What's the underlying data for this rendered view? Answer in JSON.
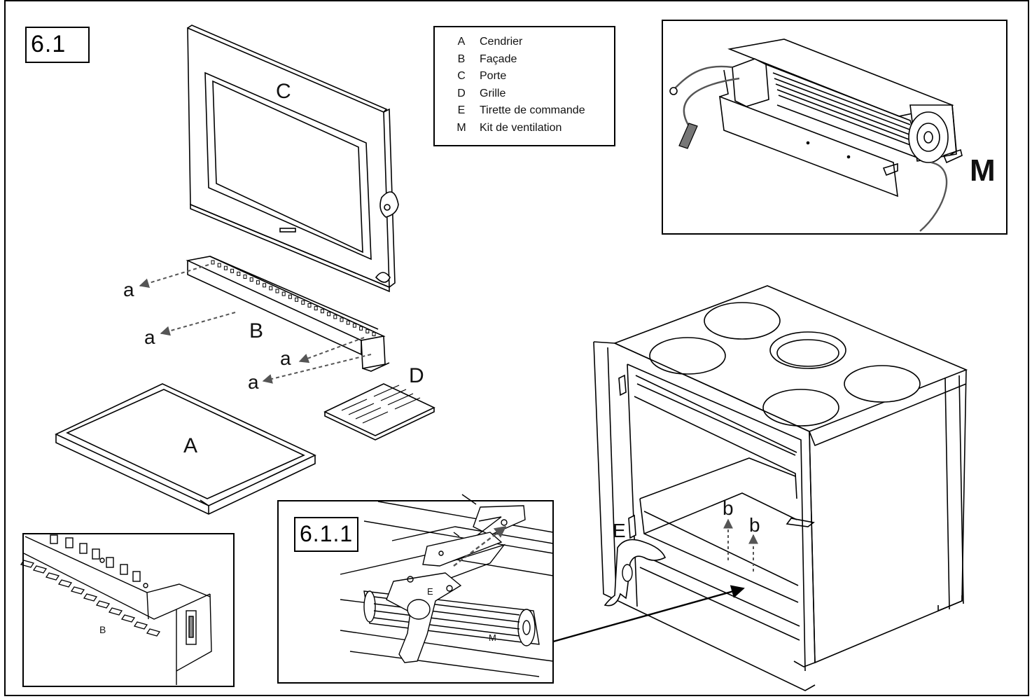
{
  "figure": {
    "main_tag": "6.1",
    "detail_tag": "6.1.1"
  },
  "legend": {
    "items": [
      {
        "key": "A",
        "label": "Cendrier"
      },
      {
        "key": "B",
        "label": "Façade"
      },
      {
        "key": "C",
        "label": "Porte"
      },
      {
        "key": "D",
        "label": "Grille"
      },
      {
        "key": "E",
        "label": "Tirette de commande"
      },
      {
        "key": "M",
        "label": "Kit de ventilation"
      }
    ]
  },
  "part_labels": {
    "door": "C",
    "facade": "B",
    "grill": "D",
    "ashtray": "A",
    "fan_kit": "M",
    "pull_rod": "E",
    "screw_a": "a",
    "screw_b": "b",
    "inset_facade": "B",
    "detail_pull_rod": "E",
    "detail_fan": "M"
  }
}
